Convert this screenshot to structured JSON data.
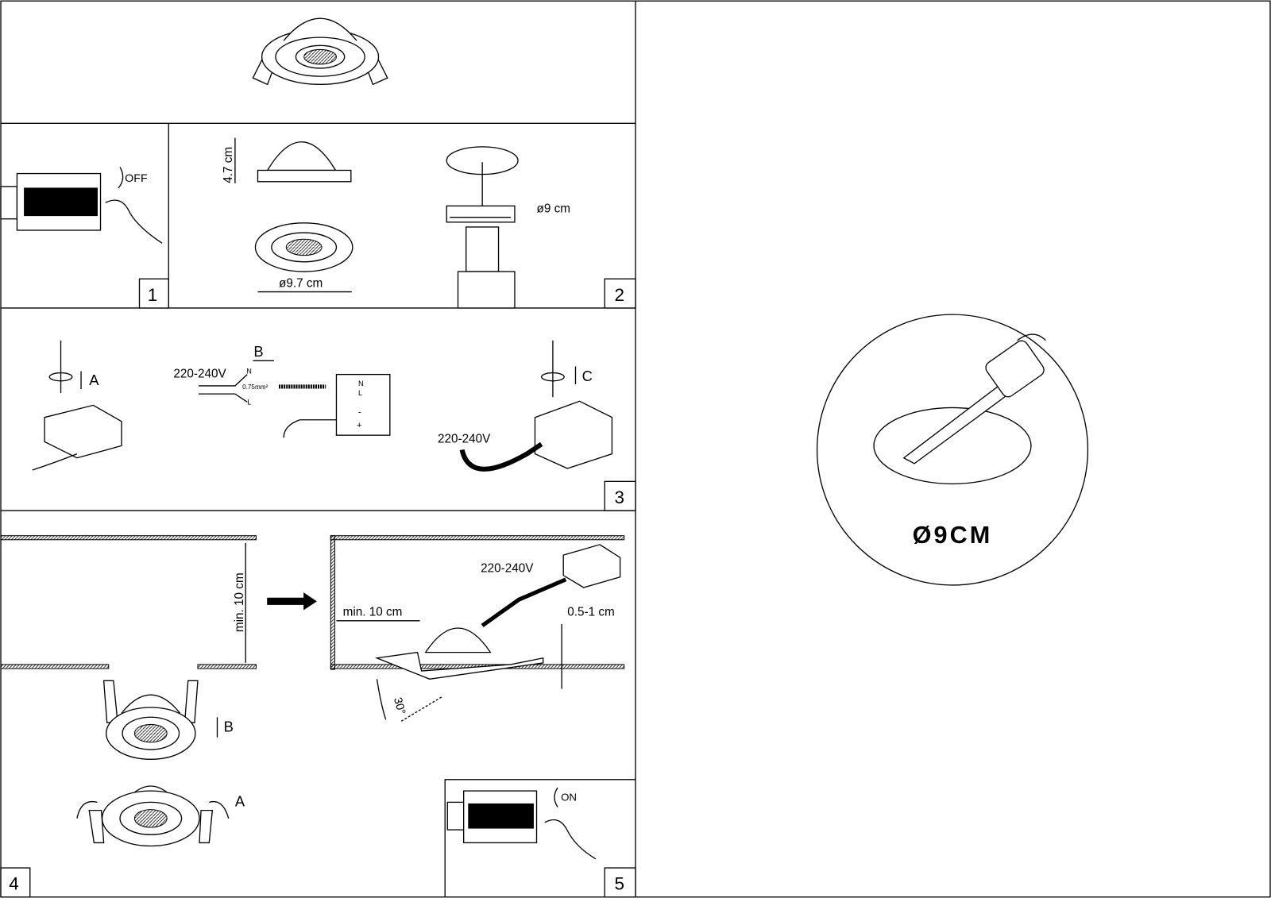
{
  "panels": {
    "p1": {
      "number": "1",
      "switch_label": "OFF"
    },
    "p2": {
      "number": "2",
      "height_label": "4.7 cm",
      "diameter_label": "ø9.7 cm",
      "cutout_label": "ø9 cm"
    },
    "p3": {
      "number": "3",
      "step_a": "A",
      "step_b": "B",
      "step_c": "C",
      "voltage": "220-240V",
      "wire_n": "N",
      "wire_l": "L",
      "wire_gauge": "0.75mm²",
      "term_n": "N",
      "term_l": "L",
      "term_minus": "-",
      "term_plus": "+",
      "voltage_2": "220-240V"
    },
    "p4": {
      "number": "4",
      "clearance_label": "min. 10 cm",
      "side_clearance_label": "min. 10 cm",
      "thickness_label": "0.5-1 cm",
      "voltage": "220-240V",
      "tilt_label": "30°",
      "step_b": "B",
      "step_a": "A"
    },
    "p5": {
      "number": "5",
      "switch_label": "ON"
    }
  },
  "detail": {
    "cutout_label": "Ø9CM"
  }
}
